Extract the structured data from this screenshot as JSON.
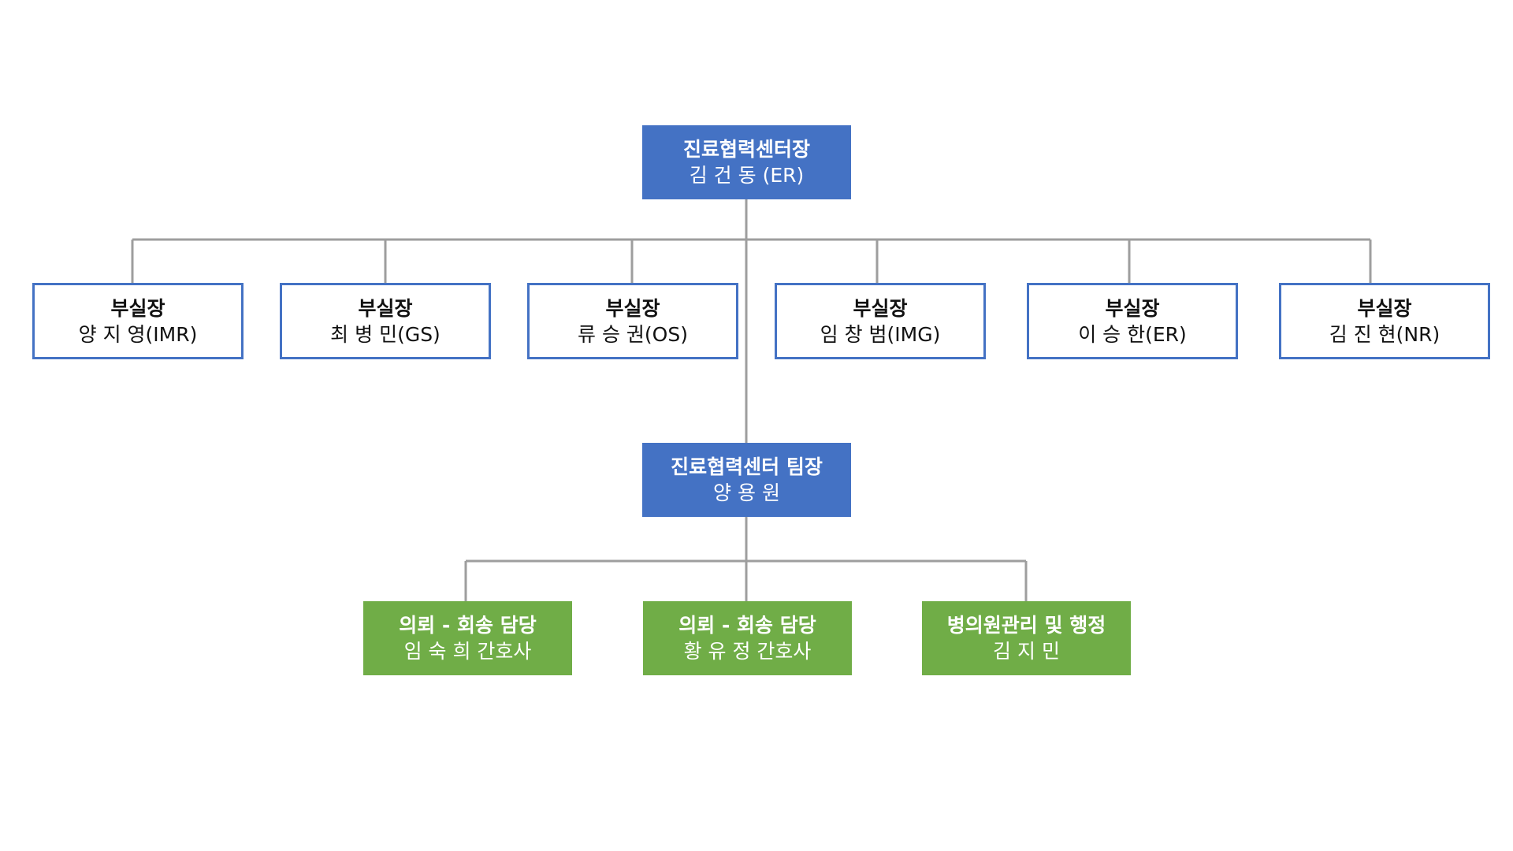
{
  "colors": {
    "leader_fill": "#4472c4",
    "deputy_border": "#4472c4",
    "staff_fill": "#70ad47",
    "connector": "#9e9e9e"
  },
  "director": {
    "title": "진료협력센터장",
    "name": "김 건 동 (ER)"
  },
  "deputies": [
    {
      "title": "부실장",
      "name": "양 지 영(IMR)"
    },
    {
      "title": "부실장",
      "name": "최 병 민(GS)"
    },
    {
      "title": "부실장",
      "name": "류 승 권(OS)"
    },
    {
      "title": "부실장",
      "name": "임 창 범(IMG)"
    },
    {
      "title": "부실장",
      "name": "이 승 한(ER)"
    },
    {
      "title": "부실장",
      "name": "김 진 현(NR)"
    }
  ],
  "team_lead": {
    "title": "진료협력센터 팀장",
    "name": "양 용 원"
  },
  "staff": [
    {
      "title": "의뢰 - 회송 담당",
      "name": "임 숙 희 간호사"
    },
    {
      "title": "의뢰 - 회송 담당",
      "name": "황 유 정 간호사"
    },
    {
      "title": "병의원관리 및 행정",
      "name": "김 지 민"
    }
  ]
}
